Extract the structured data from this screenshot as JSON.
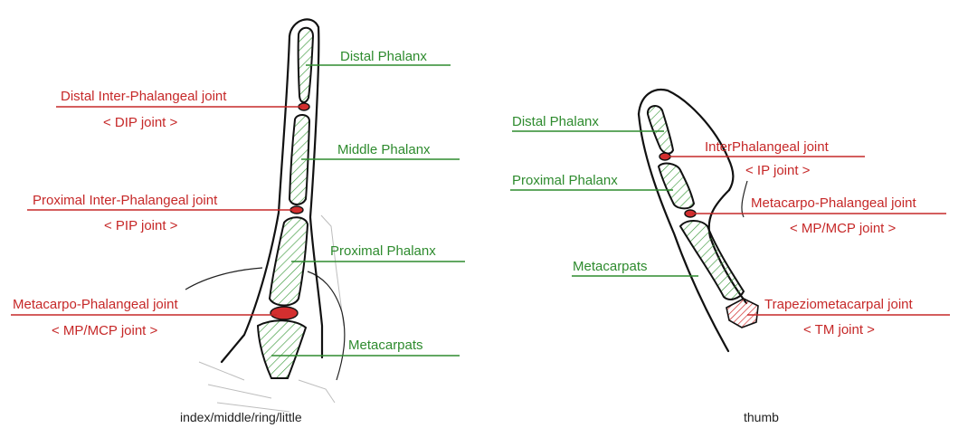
{
  "finger": {
    "caption": "index/middle/ring/little",
    "distal_phalanx": "Distal Phalanx",
    "dip_name": "Distal Inter-Phalangeal joint",
    "dip_abbr": "< DIP joint >",
    "middle_phalanx": "Middle Phalanx",
    "pip_name": "Proximal Inter-Phalangeal joint",
    "pip_abbr": "< PIP joint >",
    "proximal_phalanx": "Proximal Phalanx",
    "mcp_name": "Metacarpo-Phalangeal joint",
    "mcp_abbr": "< MP/MCP joint >",
    "metacarpals": "Metacarpats"
  },
  "thumb": {
    "caption": "thumb",
    "distal_phalanx": "Distal Phalanx",
    "ip_name": "InterPhalangeal joint",
    "ip_abbr": "< IP joint >",
    "proximal_phalanx": "Proximal Phalanx",
    "mcp_name": "Metacarpo-Phalangeal joint",
    "mcp_abbr": "< MP/MCP joint >",
    "metacarpals": "Metacarpats",
    "tm_name": "Trapeziometacarpal joint",
    "tm_abbr": "< TM joint >"
  },
  "colors": {
    "bone_label": "#2e8b2e",
    "joint_label": "#c62828",
    "joint_fill": "#d32f2f",
    "outline": "#111111"
  }
}
